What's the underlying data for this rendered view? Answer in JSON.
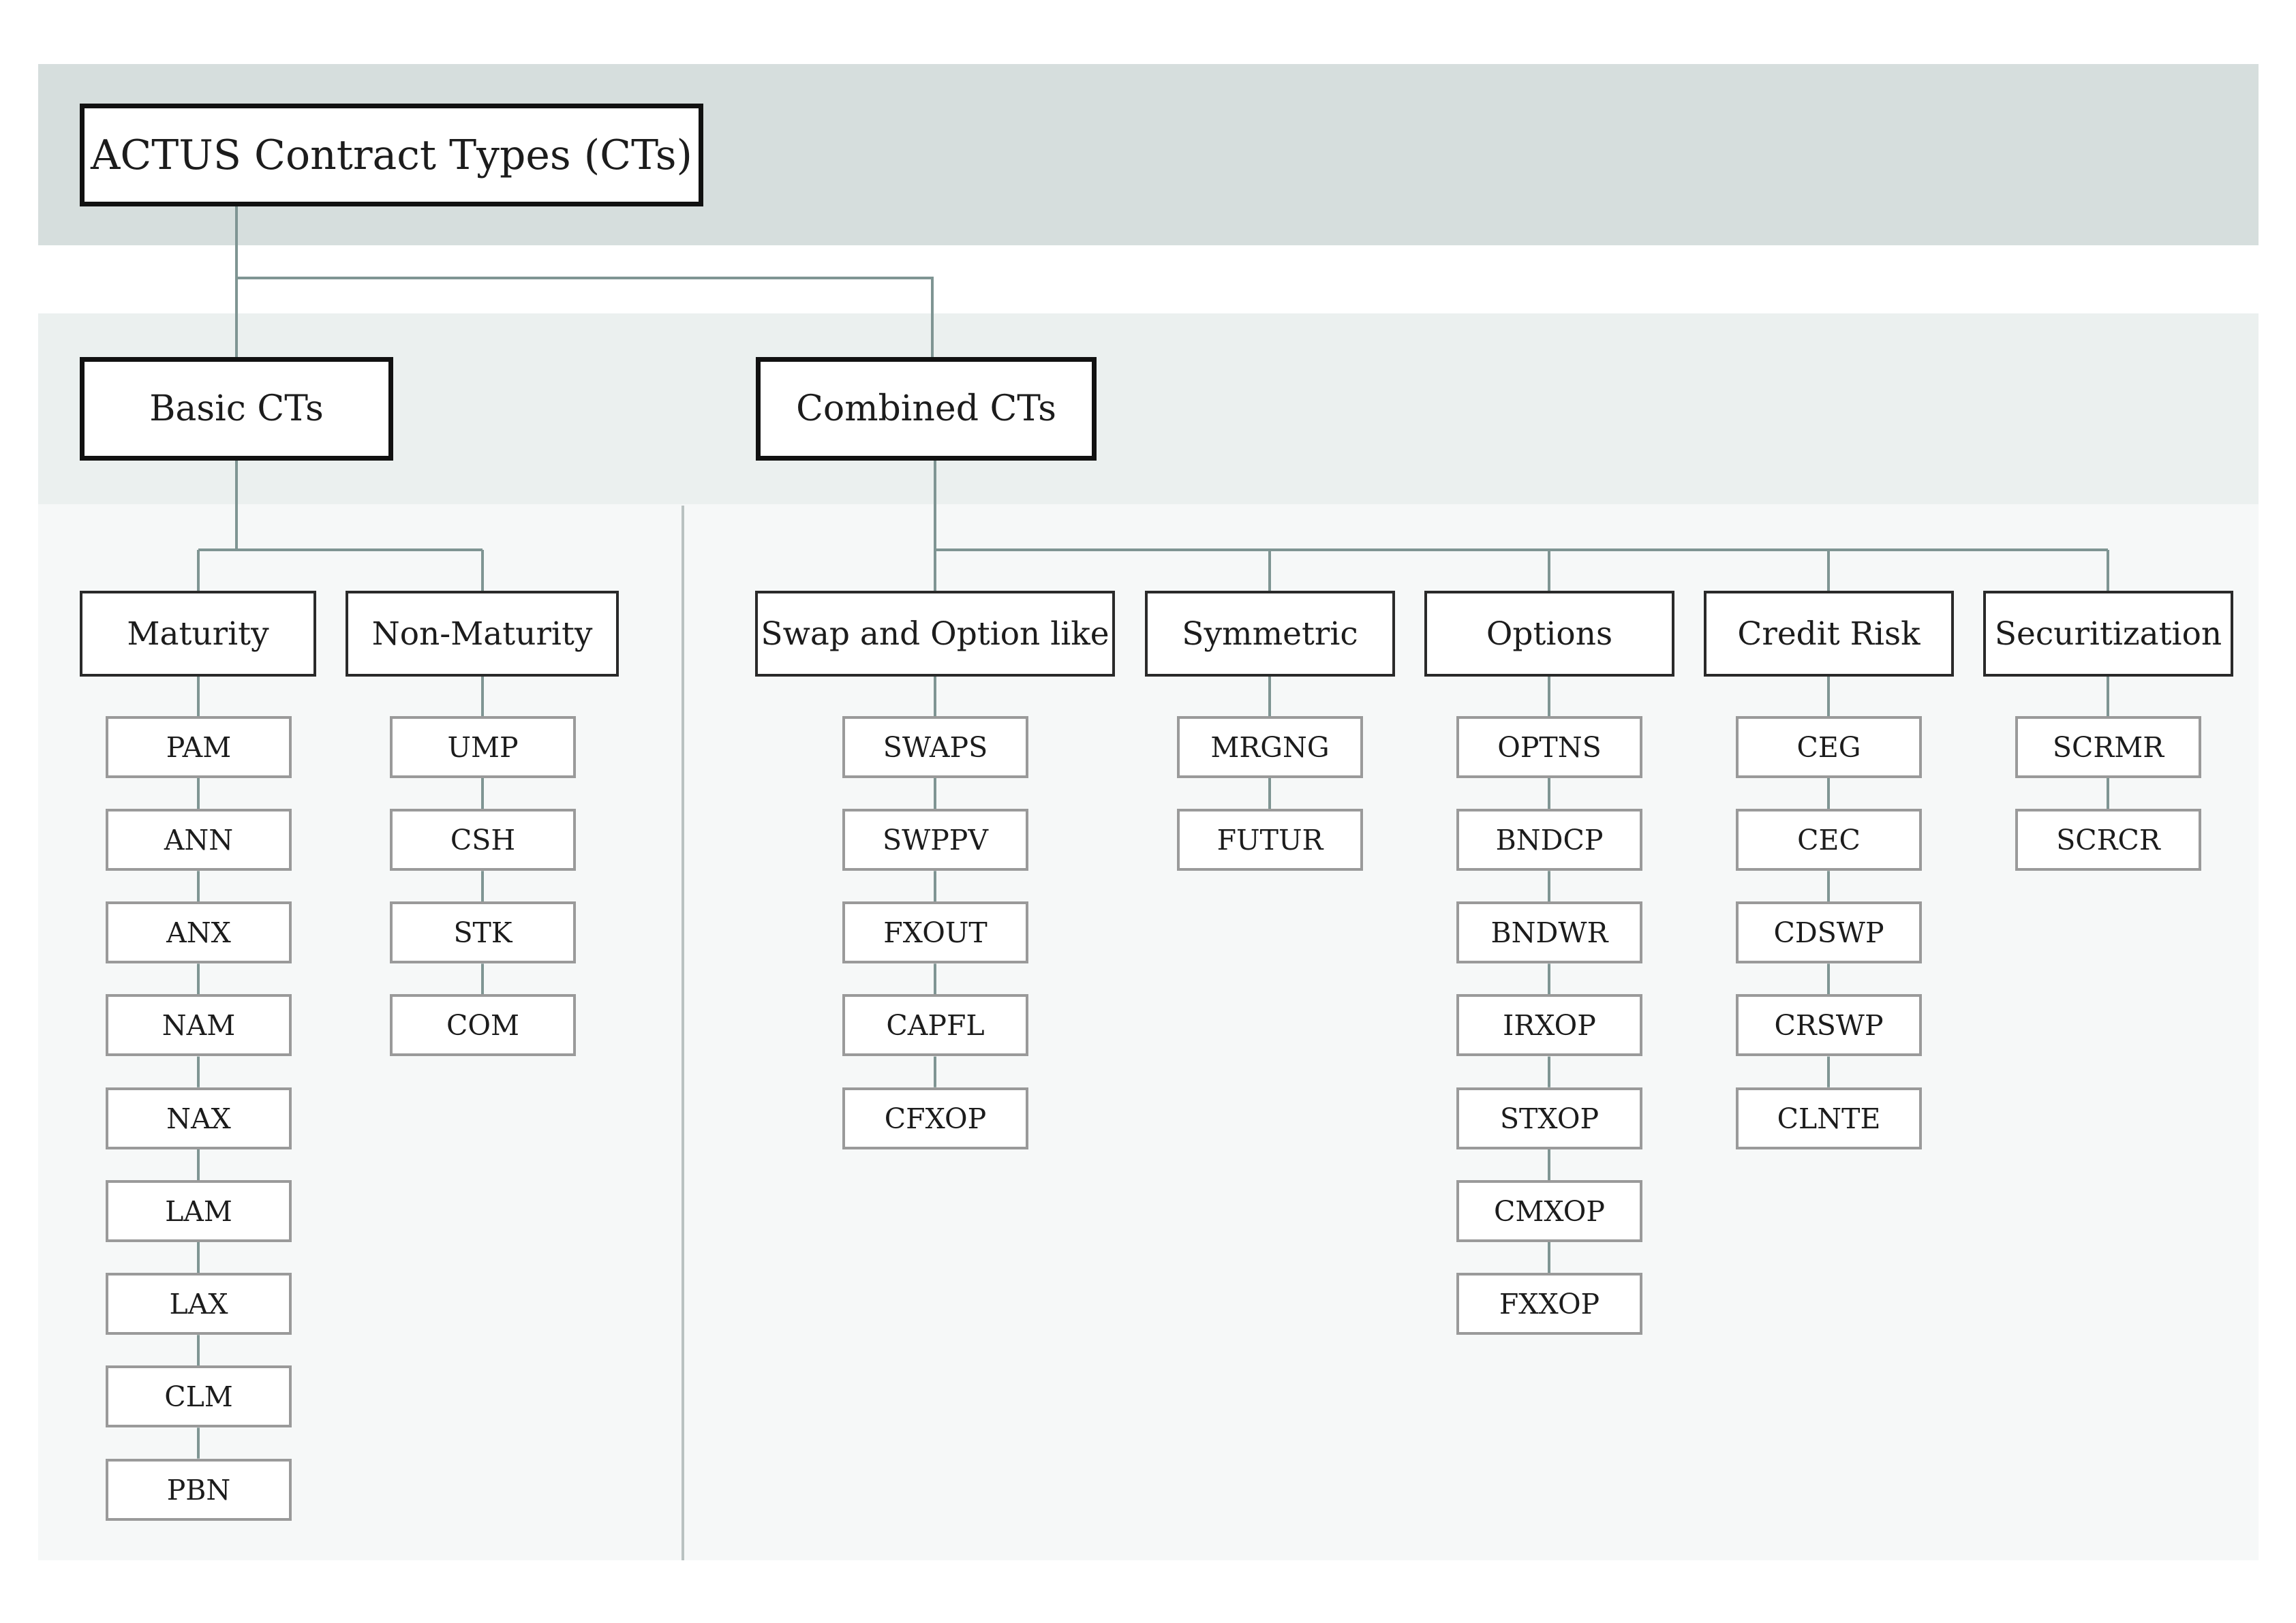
{
  "root": {
    "label": "ACTUS Contract Types (CTs)"
  },
  "groups": [
    {
      "label": "Basic CTs",
      "categories": [
        {
          "label": "Maturity",
          "items": [
            "PAM",
            "ANN",
            "ANX",
            "NAM",
            "NAX",
            "LAM",
            "LAX",
            "CLM",
            "PBN"
          ]
        },
        {
          "label": "Non-Maturity",
          "items": [
            "UMP",
            "CSH",
            "STK",
            "COM"
          ]
        }
      ]
    },
    {
      "label": "Combined CTs",
      "categories": [
        {
          "label": "Swap and Option like",
          "items": [
            "SWAPS",
            "SWPPV",
            "FXOUT",
            "CAPFL",
            "CFXOP"
          ]
        },
        {
          "label": "Symmetric",
          "items": [
            "MRGNG",
            "FUTUR"
          ]
        },
        {
          "label": "Options",
          "items": [
            "OPTNS",
            "BNDCP",
            "BNDWR",
            "IRXOP",
            "STXOP",
            "CMXOP",
            "FXXOP"
          ]
        },
        {
          "label": "Credit Risk",
          "items": [
            "CEG",
            "CEC",
            "CDSWP",
            "CRSWP",
            "CLNTE"
          ]
        },
        {
          "label": "Securitization",
          "items": [
            "SCRMR",
            "SCRCR"
          ]
        }
      ]
    }
  ],
  "colors": {
    "band_top": "#d6dedd",
    "band_mid": "#ebf0ef",
    "band_bottom": "#f6f8f8",
    "connector": "#7f9593",
    "strong_border": "#111111",
    "leaf_border": "#9a9a9a"
  }
}
